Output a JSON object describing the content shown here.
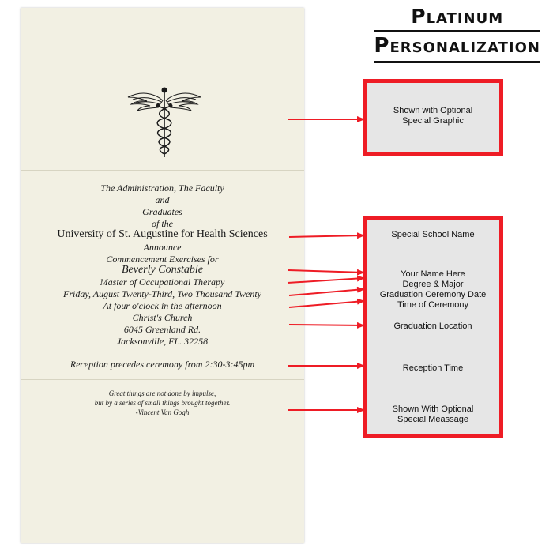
{
  "heading": {
    "line1": "Platinum",
    "line2": "Personalization"
  },
  "invitation": {
    "lines": [
      "The Administration, The Faculty",
      "and",
      "Graduates",
      "of the",
      "University of St. Augustine for Health Sciences",
      "Announce",
      "Commencement Exercises for",
      "Beverly Constable",
      "Master of Occupational Therapy",
      "Friday, August Twenty-Third, Two Thousand Twenty",
      "At four o'clock in the afternoon",
      "Christ's Church",
      "6045 Greenland Rd.",
      "Jacksonville, FL. 32258"
    ],
    "reception": "Reception precedes ceremony from 2:30-3:45pm",
    "quote": [
      "Great things are not done by impulse,",
      "but by a series of small things brought together.",
      "-Vincent Van Gogh"
    ]
  },
  "callouts": {
    "graphic": [
      "Shown with Optional",
      "Special Graphic"
    ],
    "school": "Special School Name",
    "name": "Your Name Here",
    "degree": "Degree & Major",
    "date": "Graduation Ceremony Date",
    "time": "Time of Ceremony",
    "location": "Graduation Location",
    "reception": "Reception Time",
    "message": [
      "Shown With Optional",
      "Special Meassage"
    ]
  },
  "colors": {
    "accent": "#ee1c25",
    "box_fill": "#e6e6e6",
    "paper": "#f2f0e3"
  },
  "icons": [
    "caduceus-icon"
  ]
}
